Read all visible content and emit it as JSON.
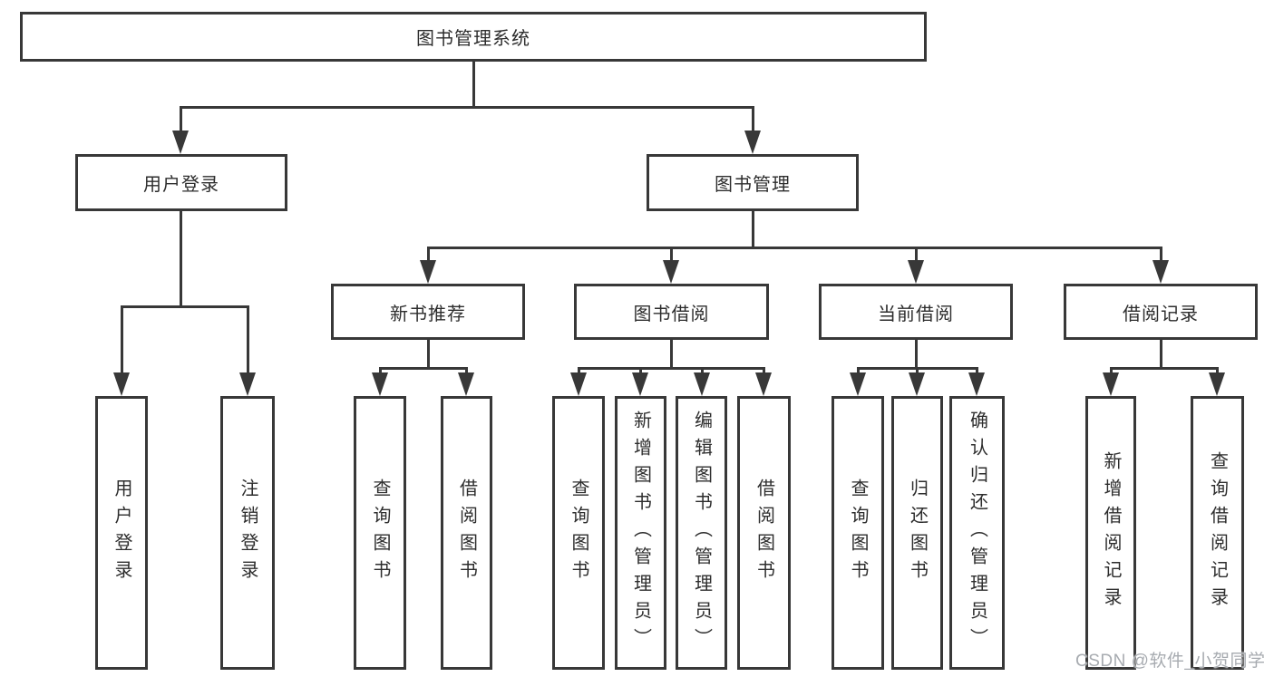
{
  "diagram": {
    "title": "图书管理系统",
    "nodes": {
      "root": "图书管理系统",
      "user_login": "用户登录",
      "book_mgmt": "图书管理",
      "new_book": "新书推荐",
      "book_borrow": "图书借阅",
      "current_borrow": "当前借阅",
      "borrow_record": "借阅记录"
    },
    "leaves": {
      "ul_login": "用户登录",
      "ul_logout": "注销登录",
      "nb_query": "查询图书",
      "nb_borrow": "借阅图书",
      "bb_query": "查询图书",
      "bb_add": "新增图书（管理员）",
      "bb_edit": "编辑图书（管理员）",
      "bb_borrow": "借阅图书",
      "cb_query": "查询图书",
      "cb_return": "归还图书",
      "cb_confirm": "确认归还（管理员）",
      "br_add": "新增借阅记录",
      "br_query": "查询借阅记录"
    },
    "watermark": "CSDN @软件_小贺同学"
  }
}
